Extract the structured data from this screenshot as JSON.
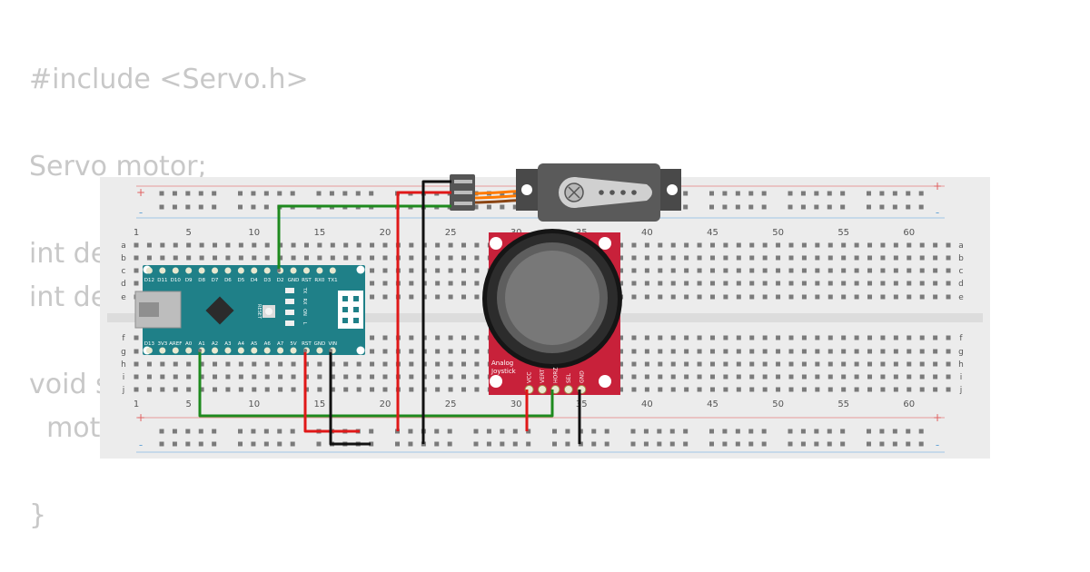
{
  "code": {
    "lines": [
      "#include <Servo.h>",
      "Servo motor;",
      "int de",
      "int de",
      "void s",
      "  mot",
      "}"
    ]
  },
  "breadboard": {
    "column_numbers": [
      "1",
      "5",
      "10",
      "15",
      "20",
      "25",
      "30",
      "35",
      "40",
      "45",
      "50",
      "55",
      "60"
    ],
    "row_letters_top": [
      "a",
      "b",
      "c",
      "d",
      "e"
    ],
    "row_letters_bottom": [
      "f",
      "g",
      "h",
      "i",
      "j"
    ],
    "rail_plus": "+",
    "rail_minus": "-",
    "colors": {
      "board": "#ececec",
      "hole": "#7a7a7a",
      "label": "#555555",
      "red_line": "#e69a9a",
      "blue_line": "#9fc6e6"
    }
  },
  "arduino": {
    "top_pins": [
      "D12",
      "D11",
      "D10",
      "D9",
      "D8",
      "D7",
      "D6",
      "D5",
      "D4",
      "D3",
      "D2",
      "GND",
      "RST",
      "RX0",
      "TX1"
    ],
    "bottom_pins": [
      "D13",
      "3V3",
      "AREF",
      "A0",
      "A1",
      "A2",
      "A3",
      "A4",
      "A5",
      "A6",
      "A7",
      "5V",
      "RST",
      "GND",
      "VIN"
    ],
    "reset_label": "RESET",
    "led_labels": [
      "TX",
      "RX",
      "ON",
      "L"
    ],
    "colors": {
      "board": "#1f8088",
      "pin": "#e8e8d0"
    }
  },
  "joystick": {
    "title_line1": "Analog",
    "title_line2": "Joystick",
    "pins": [
      "VCC",
      "VERT",
      "HORZ",
      "SEL",
      "GND"
    ],
    "colors": {
      "board": "#c8213a",
      "knob": "#5e5e5e"
    }
  },
  "servo": {
    "colors": {
      "body": "#5a5a5a",
      "horn": "#d0d0d0",
      "connector": "#555555"
    }
  },
  "wires": {
    "colors": {
      "green": "#1e8a1e",
      "red": "#e01818",
      "black": "#111111",
      "orange": "#ff8c1a",
      "brown": "#8b4513"
    }
  }
}
